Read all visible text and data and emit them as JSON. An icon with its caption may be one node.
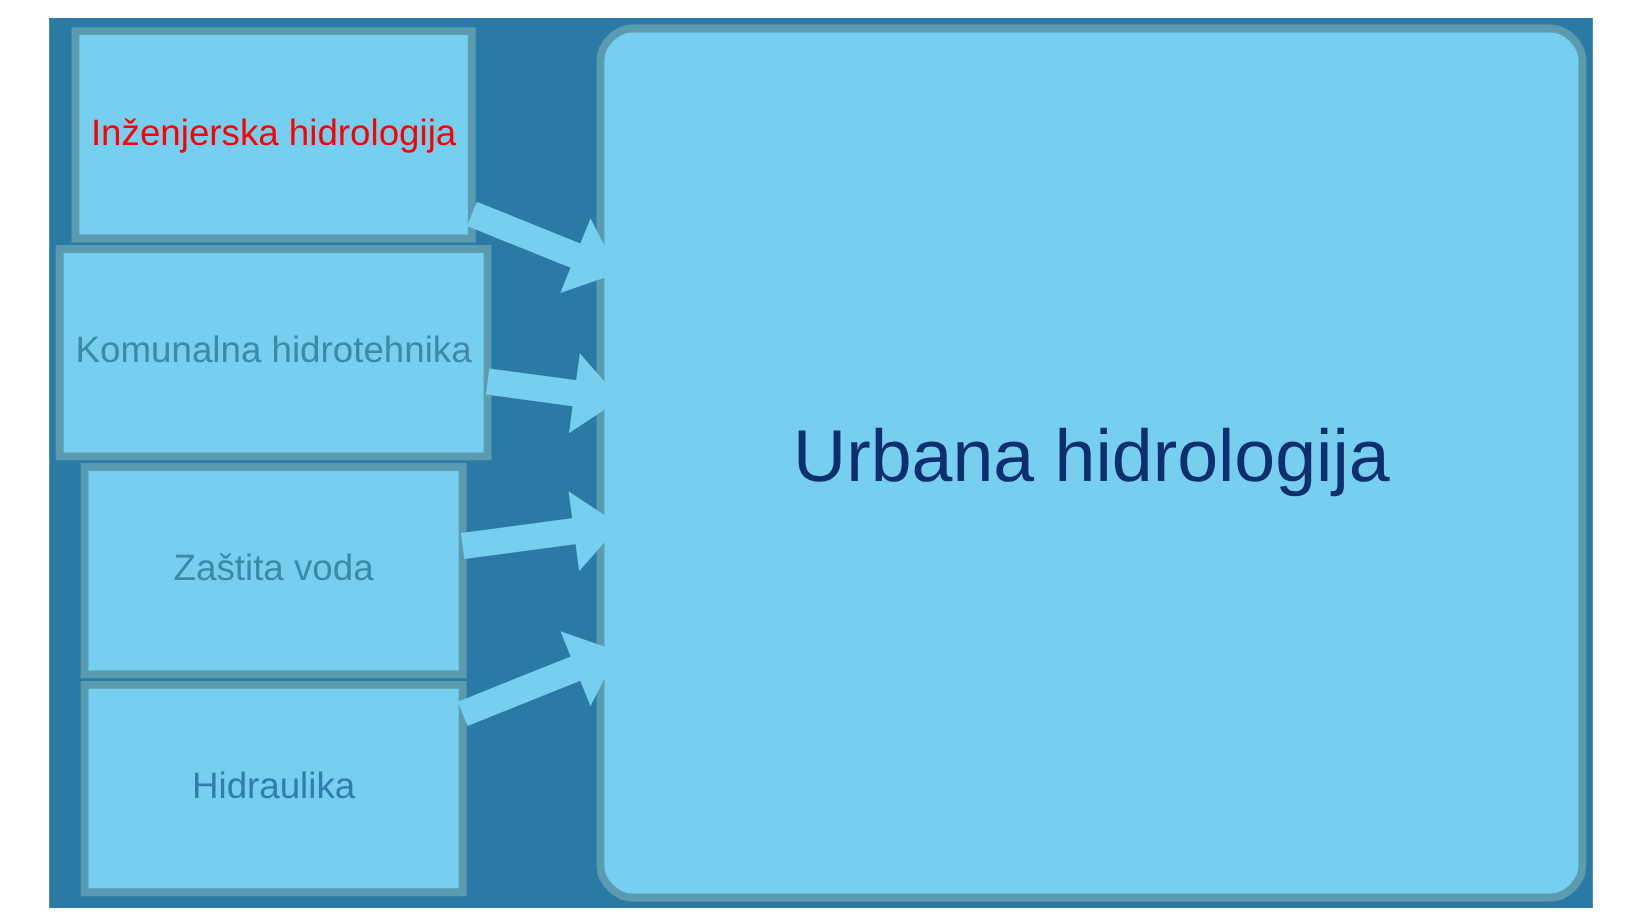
{
  "diagram": {
    "nodes": [
      {
        "text": [
          "Inženjerska hidrologija"
        ]
      },
      {
        "text": [
          "Komunalna hidrotehnika"
        ]
      },
      {
        "text": [
          "Zaštita voda"
        ]
      },
      {
        "text": [
          "Hidraulika"
        ]
      },
      {
        "text": [
          "Urbana hidrologija"
        ]
      }
    ],
    "edges": [
      {
        "from": 0,
        "to": 4,
        "arrow": "to"
      },
      {
        "from": 1,
        "to": 4,
        "arrow": "to"
      },
      {
        "from": 2,
        "to": 4,
        "arrow": "to"
      },
      {
        "from": 3,
        "to": 4,
        "arrow": "to"
      }
    ]
  }
}
